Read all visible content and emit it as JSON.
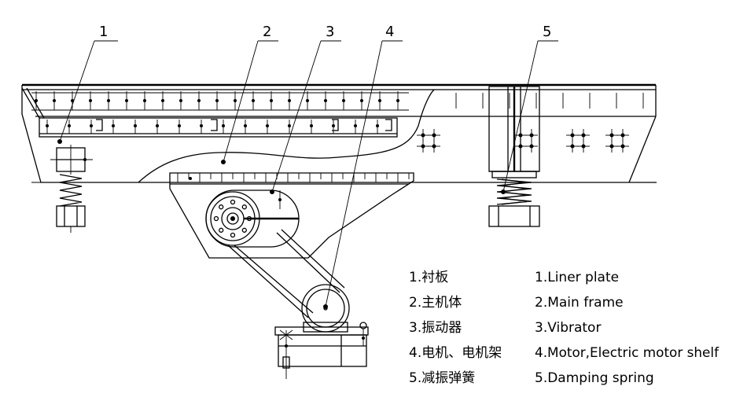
{
  "callouts": [
    {
      "id": "1",
      "label": "1"
    },
    {
      "id": "2",
      "label": "2"
    },
    {
      "id": "3",
      "label": "3"
    },
    {
      "id": "4",
      "label": "4"
    },
    {
      "id": "5",
      "label": "5"
    }
  ],
  "legend": {
    "chinese": [
      "1.衬板",
      "2.主机体",
      "3.振动器",
      "4.电机、电机架",
      "5.减振弹簧"
    ],
    "english": [
      "1.Liner plate",
      "2.Main frame",
      "3.Vibrator",
      "4.Motor,Electric motor shelf",
      "5.Damping spring"
    ]
  }
}
